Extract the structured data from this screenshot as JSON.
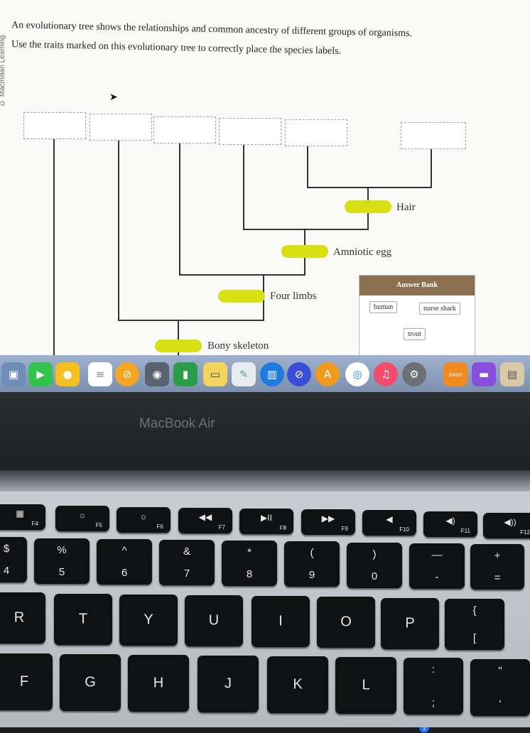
{
  "credit": "© Macmillan Learning",
  "instructions": {
    "line1": "An evolutionary tree shows the relationships and common ancestry of different groups of organisms.",
    "line2": "Use the traits marked on this evolutionary tree to correctly place the species labels."
  },
  "traits": [
    "Hair",
    "Amniotic egg",
    "Four limbs",
    "Bony skeleton"
  ],
  "answer_bank": {
    "title": "Answer Bank",
    "items": [
      "human",
      "nurse shark",
      "trout"
    ]
  },
  "dock": {
    "zoom_label": "zoom",
    "badge_count": "1"
  },
  "laptop": {
    "brand": "MacBook Air"
  },
  "keyboard": {
    "fn_row": [
      {
        "sym": "▦",
        "fn": "F4"
      },
      {
        "sym": "☼",
        "fn": "F5"
      },
      {
        "sym": "☼",
        "fn": "F6"
      },
      {
        "sym": "◀◀",
        "fn": "F7"
      },
      {
        "sym": "▶II",
        "fn": "F8"
      },
      {
        "sym": "▶▶",
        "fn": "F9"
      },
      {
        "sym": "◀",
        "fn": "F10"
      },
      {
        "sym": "◀)",
        "fn": "F11"
      },
      {
        "sym": "◀))",
        "fn": "F12"
      }
    ],
    "num_row": [
      {
        "top": "$",
        "bot": "4"
      },
      {
        "top": "%",
        "bot": "5"
      },
      {
        "top": "^",
        "bot": "6"
      },
      {
        "top": "&",
        "bot": "7"
      },
      {
        "top": "*",
        "bot": "8"
      },
      {
        "top": "(",
        "bot": "9"
      },
      {
        "top": ")",
        "bot": "0"
      },
      {
        "top": "—",
        "bot": "-"
      },
      {
        "top": "+",
        "bot": "="
      }
    ],
    "row_q": [
      "R",
      "T",
      "Y",
      "U",
      "I",
      "O",
      "P"
    ],
    "row_q_brace": {
      "top": "{",
      "bot": "["
    },
    "row_a": [
      "F",
      "G",
      "H",
      "J",
      "K",
      "L"
    ],
    "row_a_colon": {
      "top": ":",
      "bot": ";"
    },
    "row_a_quote": {
      "top": "\"",
      "bot": "'"
    }
  }
}
